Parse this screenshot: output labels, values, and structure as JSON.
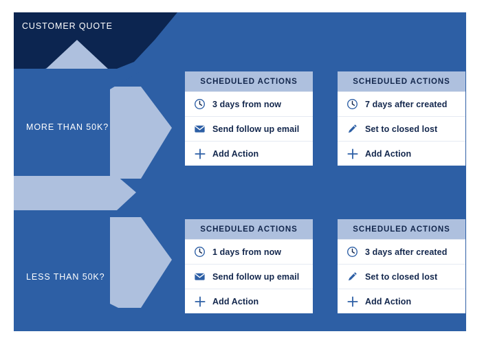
{
  "diagram": {
    "title": "CUSTOMER QUOTE",
    "colors": {
      "navy": "#0C2550",
      "blue": "#2D5FA5",
      "light_blue": "#AEC0DE",
      "card_background": "#FFFFFF",
      "text_dark": "#12264C",
      "text_light": "#FFFFFF"
    },
    "nodes": {
      "header": {
        "label": "CUSTOMER QUOTE"
      },
      "decision_top": {
        "label": "MORE THAN 50K?"
      },
      "decision_bottom": {
        "label": "LESS THAN 50K?"
      }
    }
  },
  "cards": [
    {
      "id": "r1c1",
      "header": "SCHEDULED ACTIONS",
      "rows": [
        {
          "icon": "clock-icon",
          "label": "3 days from now"
        },
        {
          "icon": "envelope-icon",
          "label": "Send follow up email"
        },
        {
          "icon": "plus-icon",
          "label": "Add Action"
        }
      ]
    },
    {
      "id": "r1c2",
      "header": "SCHEDULED ACTIONS",
      "rows": [
        {
          "icon": "clock-icon",
          "label": "7 days after created"
        },
        {
          "icon": "pencil-icon",
          "label": "Set to closed lost"
        },
        {
          "icon": "plus-icon",
          "label": "Add Action"
        }
      ]
    },
    {
      "id": "r2c1",
      "header": "SCHEDULED ACTIONS",
      "rows": [
        {
          "icon": "clock-icon",
          "label": "1 days from now"
        },
        {
          "icon": "envelope-icon",
          "label": "Send follow up email"
        },
        {
          "icon": "plus-icon",
          "label": "Add Action"
        }
      ]
    },
    {
      "id": "r2c2",
      "header": "SCHEDULED ACTIONS",
      "rows": [
        {
          "icon": "clock-icon",
          "label": "3 days after created"
        },
        {
          "icon": "pencil-icon",
          "label": "Set to closed lost"
        },
        {
          "icon": "plus-icon",
          "label": "Add Action"
        }
      ]
    }
  ]
}
